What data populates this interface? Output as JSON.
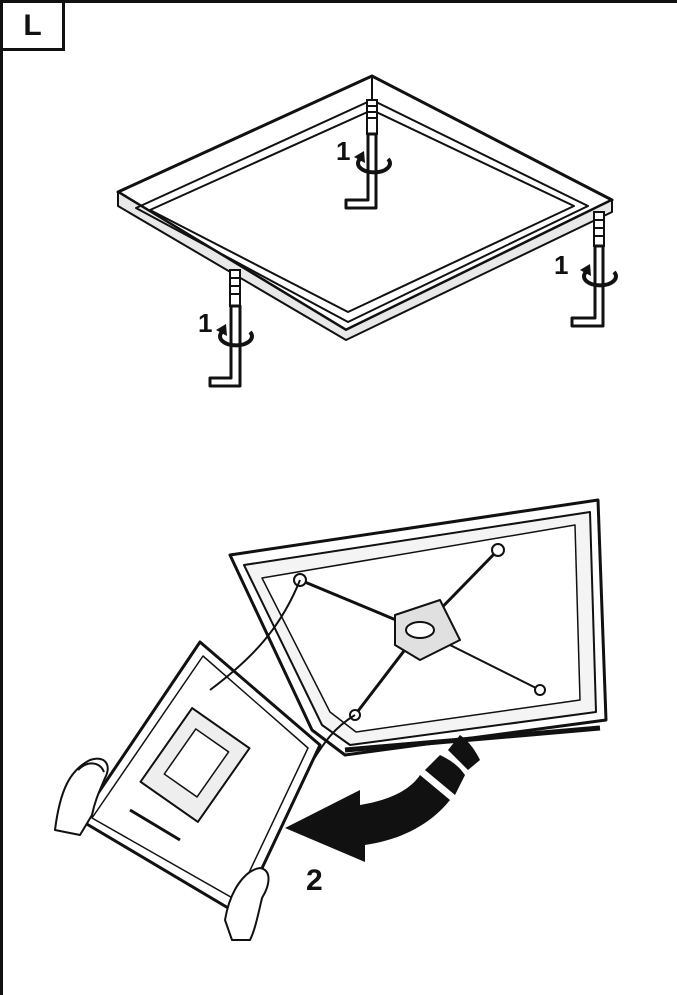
{
  "panel_label": "L",
  "step_labels": {
    "unscrew_a": "1",
    "unscrew_b": "1",
    "unscrew_c": "1",
    "remove_panel": "2"
  },
  "colors": {
    "ink": "#111111",
    "paper": "#ffffff",
    "shade": "#d8d8d8"
  },
  "icons": [
    "allen-key-icon",
    "rotate-arrow-icon",
    "move-arrow-icon",
    "screw-icon"
  ]
}
